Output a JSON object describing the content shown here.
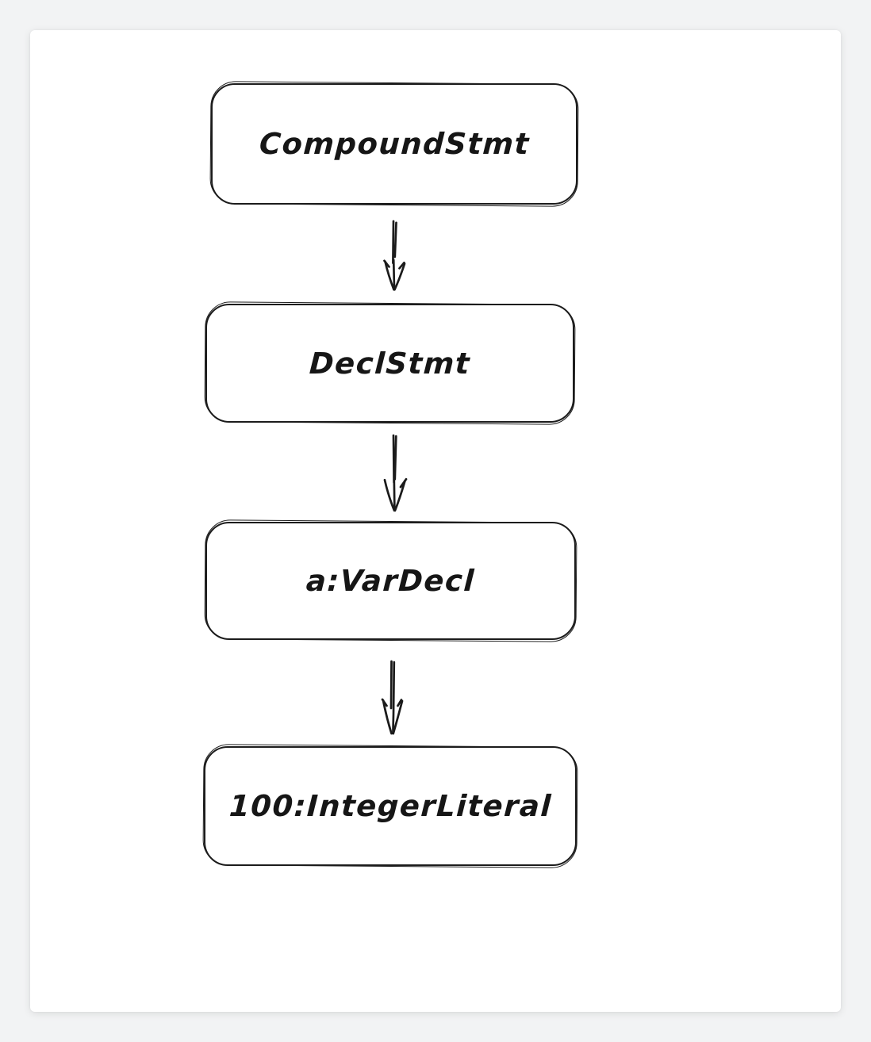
{
  "page": {
    "background_color": "#f2f3f4",
    "canvas_color": "#ffffff",
    "stroke_color": "#1c1c1c"
  },
  "diagram": {
    "type": "flowchart",
    "style": "hand-drawn-sketch",
    "direction": "top-down",
    "nodes": [
      {
        "id": "compound-stmt",
        "label": "CompoundStmt"
      },
      {
        "id": "decl-stmt",
        "label": "DeclStmt"
      },
      {
        "id": "var-decl",
        "label": "a:VarDecl"
      },
      {
        "id": "integer-literal",
        "label": "100:IntegerLiteral"
      }
    ],
    "edges": [
      {
        "from": "CompoundStmt",
        "to": "DeclStmt",
        "icon": "arrow-down-icon"
      },
      {
        "from": "DeclStmt",
        "to": "a:VarDecl",
        "icon": "arrow-down-icon"
      },
      {
        "from": "a:VarDecl",
        "to": "100:IntegerLiteral",
        "icon": "arrow-down-icon"
      }
    ]
  }
}
